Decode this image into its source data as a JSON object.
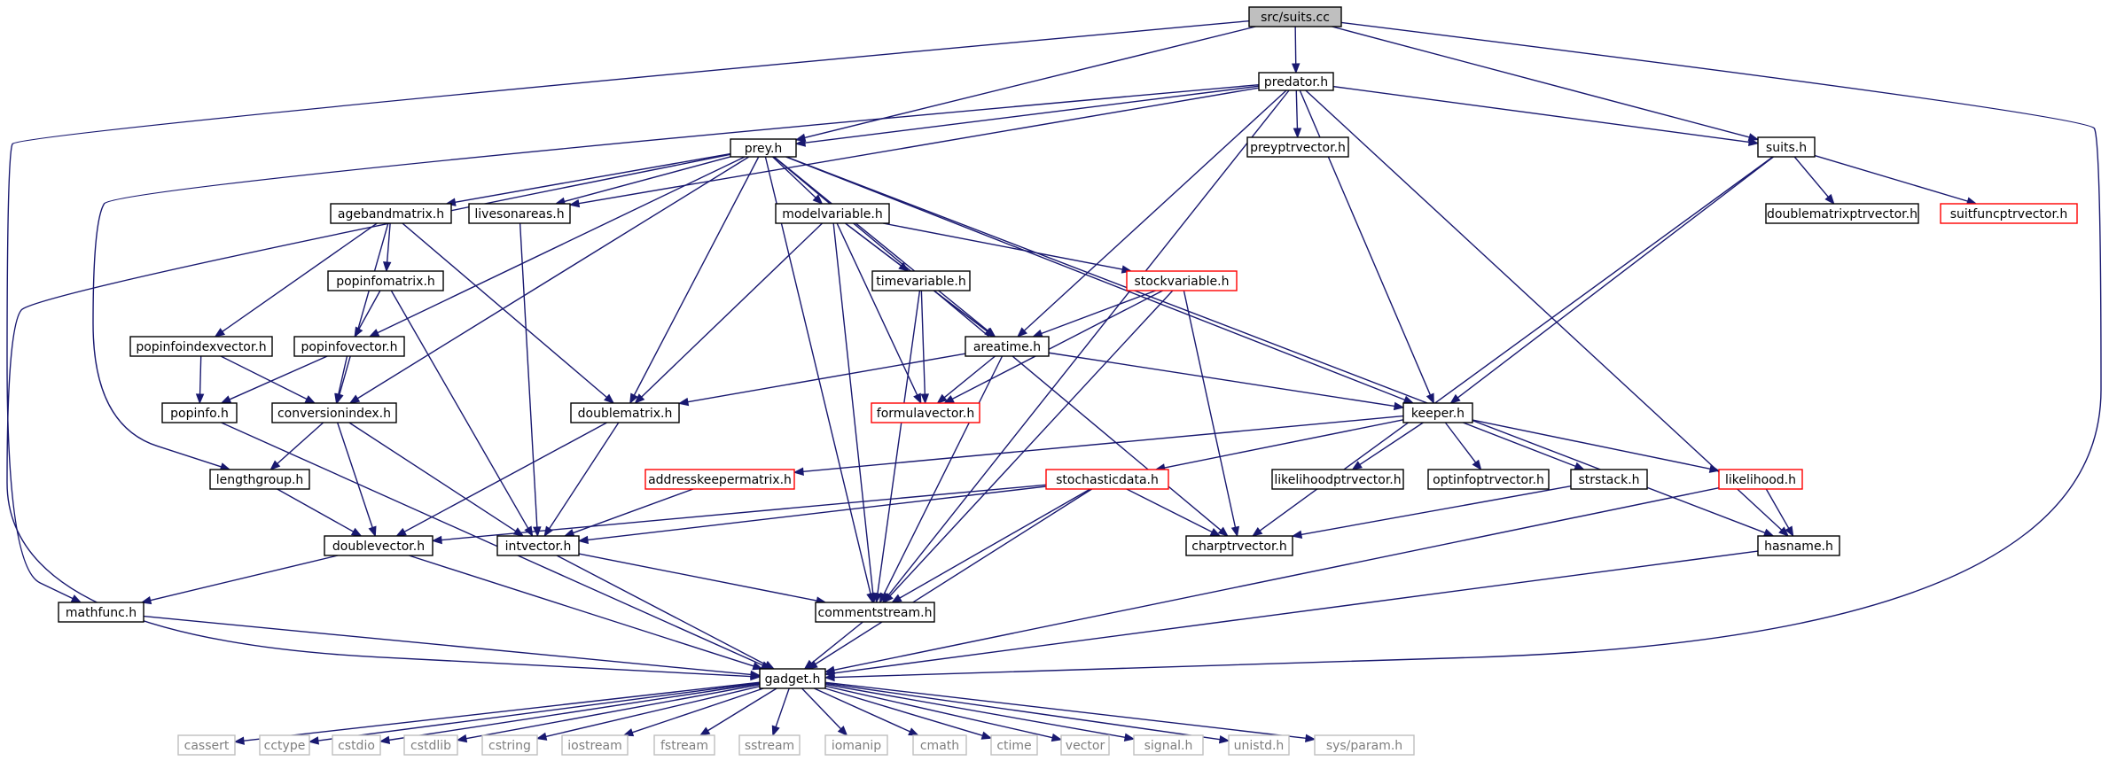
{
  "diagram": {
    "title": "",
    "colors": {
      "edge": "#191970",
      "root_fill": "#bfbfbf",
      "normal_stroke": "#000000",
      "red_stroke": "#ff0000",
      "system_stroke": "#bfbfbf",
      "system_text": "#7f7f7f"
    },
    "nodes": [
      {
        "id": "suits_cc",
        "label": "src/suits.cc",
        "style": "root"
      },
      {
        "id": "predator_h",
        "label": "predator.h",
        "style": "normal"
      },
      {
        "id": "prey_h",
        "label": "prey.h",
        "style": "normal"
      },
      {
        "id": "preyptrvector_h",
        "label": "preyptrvector.h",
        "style": "normal"
      },
      {
        "id": "suits_h",
        "label": "suits.h",
        "style": "normal"
      },
      {
        "id": "agebandmatrix_h",
        "label": "agebandmatrix.h",
        "style": "normal"
      },
      {
        "id": "livesonareas_h",
        "label": "livesonareas.h",
        "style": "normal"
      },
      {
        "id": "modelvariable_h",
        "label": "modelvariable.h",
        "style": "normal"
      },
      {
        "id": "doublematrixptrvector_h",
        "label": "doublematrixptrvector.h",
        "style": "normal"
      },
      {
        "id": "suitfuncptrvector_h",
        "label": "suitfuncptrvector.h",
        "style": "red"
      },
      {
        "id": "popinfomatrix_h",
        "label": "popinfomatrix.h",
        "style": "normal"
      },
      {
        "id": "timevariable_h",
        "label": "timevariable.h",
        "style": "normal"
      },
      {
        "id": "stockvariable_h",
        "label": "stockvariable.h",
        "style": "red"
      },
      {
        "id": "popinfoindexvector_h",
        "label": "popinfoindexvector.h",
        "style": "normal"
      },
      {
        "id": "popinfovector_h",
        "label": "popinfovector.h",
        "style": "normal"
      },
      {
        "id": "areatime_h",
        "label": "areatime.h",
        "style": "normal"
      },
      {
        "id": "popinfo_h",
        "label": "popinfo.h",
        "style": "normal"
      },
      {
        "id": "conversionindex_h",
        "label": "conversionindex.h",
        "style": "normal"
      },
      {
        "id": "doublematrix_h",
        "label": "doublematrix.h",
        "style": "normal"
      },
      {
        "id": "formulavector_h",
        "label": "formulavector.h",
        "style": "red"
      },
      {
        "id": "keeper_h",
        "label": "keeper.h",
        "style": "normal"
      },
      {
        "id": "lengthgroup_h",
        "label": "lengthgroup.h",
        "style": "normal"
      },
      {
        "id": "addresskeepermatrix_h",
        "label": "addresskeepermatrix.h",
        "style": "red"
      },
      {
        "id": "stochasticdata_h",
        "label": "stochasticdata.h",
        "style": "red"
      },
      {
        "id": "likelihoodptrvector_h",
        "label": "likelihoodptrvector.h",
        "style": "normal"
      },
      {
        "id": "optinfoptrvector_h",
        "label": "optinfoptrvector.h",
        "style": "normal"
      },
      {
        "id": "strstack_h",
        "label": "strstack.h",
        "style": "normal"
      },
      {
        "id": "likelihood_h",
        "label": "likelihood.h",
        "style": "red"
      },
      {
        "id": "doublevector_h",
        "label": "doublevector.h",
        "style": "normal"
      },
      {
        "id": "intvector_h",
        "label": "intvector.h",
        "style": "normal"
      },
      {
        "id": "charptrvector_h",
        "label": "charptrvector.h",
        "style": "normal"
      },
      {
        "id": "hasname_h",
        "label": "hasname.h",
        "style": "normal"
      },
      {
        "id": "mathfunc_h",
        "label": "mathfunc.h",
        "style": "normal"
      },
      {
        "id": "commentstream_h",
        "label": "commentstream.h",
        "style": "normal"
      },
      {
        "id": "gadget_h",
        "label": "gadget.h",
        "style": "normal"
      },
      {
        "id": "cassert",
        "label": "cassert",
        "style": "system"
      },
      {
        "id": "cctype",
        "label": "cctype",
        "style": "system"
      },
      {
        "id": "cstdio",
        "label": "cstdio",
        "style": "system"
      },
      {
        "id": "cstdlib",
        "label": "cstdlib",
        "style": "system"
      },
      {
        "id": "cstring",
        "label": "cstring",
        "style": "system"
      },
      {
        "id": "iostream",
        "label": "iostream",
        "style": "system"
      },
      {
        "id": "fstream",
        "label": "fstream",
        "style": "system"
      },
      {
        "id": "sstream",
        "label": "sstream",
        "style": "system"
      },
      {
        "id": "iomanip",
        "label": "iomanip",
        "style": "system"
      },
      {
        "id": "cmath",
        "label": "cmath",
        "style": "system"
      },
      {
        "id": "ctime",
        "label": "ctime",
        "style": "system"
      },
      {
        "id": "vector",
        "label": "vector",
        "style": "system"
      },
      {
        "id": "signal_h",
        "label": "signal.h",
        "style": "system"
      },
      {
        "id": "unistd_h",
        "label": "unistd.h",
        "style": "system"
      },
      {
        "id": "sys_param_h",
        "label": "sys/param.h",
        "style": "system"
      }
    ],
    "edges": [
      [
        "suits_cc",
        "predator_h"
      ],
      [
        "suits_cc",
        "prey_h"
      ],
      [
        "suits_cc",
        "suits_h"
      ],
      [
        "suits_cc",
        "mathfunc_h"
      ],
      [
        "suits_cc",
        "gadget_h"
      ],
      [
        "predator_h",
        "prey_h"
      ],
      [
        "predator_h",
        "preyptrvector_h"
      ],
      [
        "predator_h",
        "suits_h"
      ],
      [
        "predator_h",
        "livesonareas_h"
      ],
      [
        "predator_h",
        "lengthgroup_h"
      ],
      [
        "predator_h",
        "areatime_h"
      ],
      [
        "predator_h",
        "commentstream_h"
      ],
      [
        "predator_h",
        "keeper_h"
      ],
      [
        "predator_h",
        "hasname_h"
      ],
      [
        "prey_h",
        "agebandmatrix_h"
      ],
      [
        "prey_h",
        "livesonareas_h"
      ],
      [
        "prey_h",
        "modelvariable_h"
      ],
      [
        "prey_h",
        "popinfovector_h"
      ],
      [
        "prey_h",
        "conversionindex_h"
      ],
      [
        "prey_h",
        "doublematrix_h"
      ],
      [
        "prey_h",
        "areatime_h"
      ],
      [
        "prey_h",
        "keeper_h"
      ],
      [
        "prey_h",
        "charptrvector_h"
      ],
      [
        "prey_h",
        "hasname_h"
      ],
      [
        "prey_h",
        "commentstream_h"
      ],
      [
        "prey_h",
        "gadget_h"
      ],
      [
        "suits_h",
        "doublematrixptrvector_h"
      ],
      [
        "suits_h",
        "suitfuncptrvector_h"
      ],
      [
        "suits_h",
        "keeper_h"
      ],
      [
        "suits_h",
        "charptrvector_h"
      ],
      [
        "agebandmatrix_h",
        "popinfomatrix_h"
      ],
      [
        "agebandmatrix_h",
        "popinfoindexvector_h"
      ],
      [
        "agebandmatrix_h",
        "conversionindex_h"
      ],
      [
        "agebandmatrix_h",
        "doublematrix_h"
      ],
      [
        "livesonareas_h",
        "intvector_h"
      ],
      [
        "modelvariable_h",
        "timevariable_h"
      ],
      [
        "modelvariable_h",
        "stockvariable_h"
      ],
      [
        "modelvariable_h",
        "areatime_h"
      ],
      [
        "modelvariable_h",
        "formulavector_h"
      ],
      [
        "modelvariable_h",
        "doublematrix_h"
      ],
      [
        "modelvariable_h",
        "commentstream_h"
      ],
      [
        "popinfomatrix_h",
        "popinfovector_h"
      ],
      [
        "popinfomatrix_h",
        "intvector_h"
      ],
      [
        "timevariable_h",
        "areatime_h"
      ],
      [
        "timevariable_h",
        "formulavector_h"
      ],
      [
        "timevariable_h",
        "commentstream_h"
      ],
      [
        "stockvariable_h",
        "areatime_h"
      ],
      [
        "stockvariable_h",
        "formulavector_h"
      ],
      [
        "stockvariable_h",
        "charptrvector_h"
      ],
      [
        "stockvariable_h",
        "commentstream_h"
      ],
      [
        "popinfoindexvector_h",
        "popinfo_h"
      ],
      [
        "popinfoindexvector_h",
        "conversionindex_h"
      ],
      [
        "popinfovector_h",
        "popinfo_h"
      ],
      [
        "popinfovector_h",
        "conversionindex_h"
      ],
      [
        "areatime_h",
        "formulavector_h"
      ],
      [
        "areatime_h",
        "doublematrix_h"
      ],
      [
        "areatime_h",
        "keeper_h"
      ],
      [
        "areatime_h",
        "commentstream_h"
      ],
      [
        "popinfo_h",
        "gadget_h"
      ],
      [
        "conversionindex_h",
        "lengthgroup_h"
      ],
      [
        "conversionindex_h",
        "doublevector_h"
      ],
      [
        "conversionindex_h",
        "intvector_h"
      ],
      [
        "doublematrix_h",
        "doublevector_h"
      ],
      [
        "doublematrix_h",
        "intvector_h"
      ],
      [
        "keeper_h",
        "addresskeepermatrix_h"
      ],
      [
        "keeper_h",
        "stochasticdata_h"
      ],
      [
        "keeper_h",
        "likelihoodptrvector_h"
      ],
      [
        "keeper_h",
        "optinfoptrvector_h"
      ],
      [
        "keeper_h",
        "strstack_h"
      ],
      [
        "keeper_h",
        "likelihood_h"
      ],
      [
        "lengthgroup_h",
        "doublevector_h"
      ],
      [
        "addresskeepermatrix_h",
        "intvector_h"
      ],
      [
        "stochasticdata_h",
        "doublevector_h"
      ],
      [
        "stochasticdata_h",
        "intvector_h"
      ],
      [
        "stochasticdata_h",
        "charptrvector_h"
      ],
      [
        "stochasticdata_h",
        "commentstream_h"
      ],
      [
        "stochasticdata_h",
        "gadget_h"
      ],
      [
        "strstack_h",
        "charptrvector_h"
      ],
      [
        "likelihood_h",
        "hasname_h"
      ],
      [
        "likelihood_h",
        "gadget_h"
      ],
      [
        "doublevector_h",
        "mathfunc_h"
      ],
      [
        "doublevector_h",
        "gadget_h"
      ],
      [
        "intvector_h",
        "commentstream_h"
      ],
      [
        "intvector_h",
        "gadget_h"
      ],
      [
        "hasname_h",
        "gadget_h"
      ],
      [
        "mathfunc_h",
        "gadget_h"
      ],
      [
        "commentstream_h",
        "gadget_h"
      ],
      [
        "gadget_h",
        "cassert"
      ],
      [
        "gadget_h",
        "cctype"
      ],
      [
        "gadget_h",
        "cstdio"
      ],
      [
        "gadget_h",
        "cstdlib"
      ],
      [
        "gadget_h",
        "cstring"
      ],
      [
        "gadget_h",
        "iostream"
      ],
      [
        "gadget_h",
        "fstream"
      ],
      [
        "gadget_h",
        "sstream"
      ],
      [
        "gadget_h",
        "iomanip"
      ],
      [
        "gadget_h",
        "cmath"
      ],
      [
        "gadget_h",
        "ctime"
      ],
      [
        "gadget_h",
        "vector"
      ],
      [
        "gadget_h",
        "signal_h"
      ],
      [
        "gadget_h",
        "unistd_h"
      ],
      [
        "gadget_h",
        "sys_param_h"
      ]
    ]
  }
}
